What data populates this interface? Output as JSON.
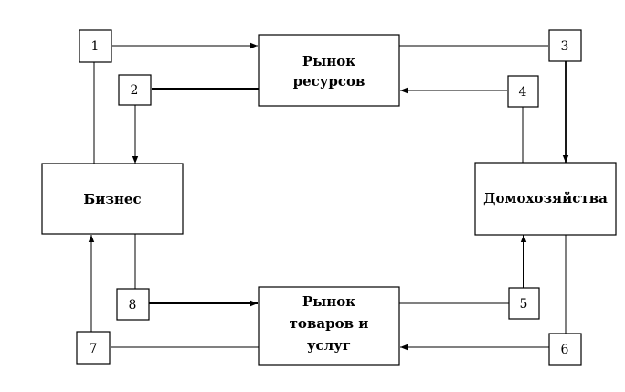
{
  "nodes": {
    "resource_market": {
      "lines": [
        "Рынок",
        "ресурсов"
      ]
    },
    "goods_market": {
      "lines": [
        "Рынок",
        "товаров и",
        "услуг"
      ]
    },
    "business": {
      "lines": [
        "Бизнес"
      ]
    },
    "households": {
      "lines": [
        "Домохозяйства"
      ]
    }
  },
  "numbers": {
    "n1": "1",
    "n2": "2",
    "n3": "3",
    "n4": "4",
    "n5": "5",
    "n6": "6",
    "n7": "7",
    "n8": "8"
  },
  "colors": {
    "line": "#000000",
    "background": "#ffffff"
  }
}
